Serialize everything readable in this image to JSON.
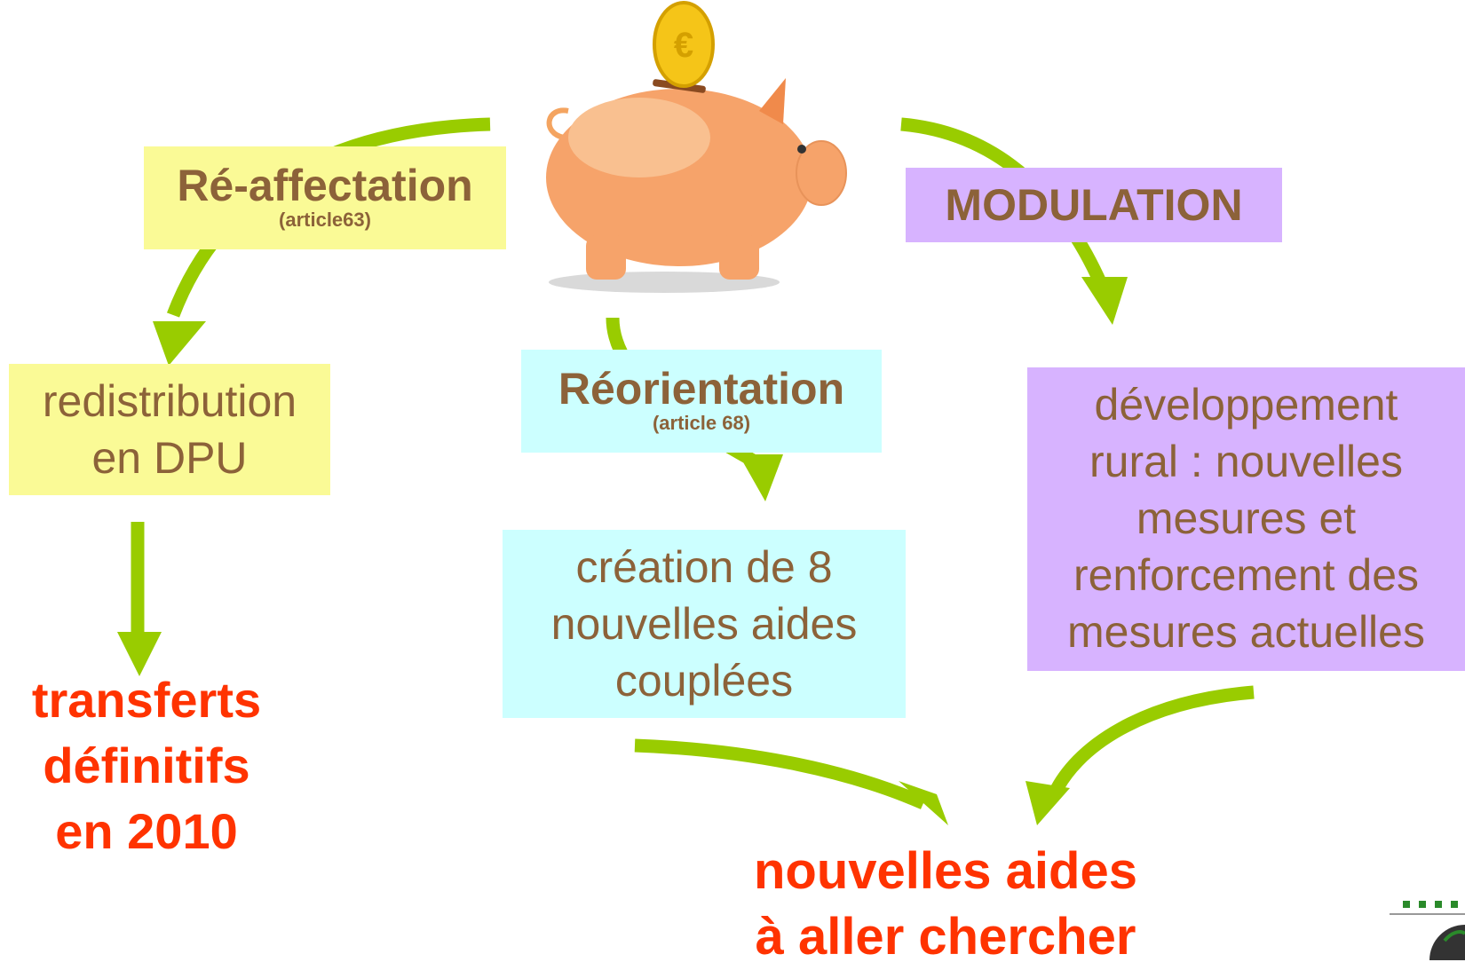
{
  "reaffectation": {
    "title": "Ré-affectation",
    "subtitle": "(article63)"
  },
  "redistribution": {
    "line1": "redistribution",
    "line2": "en DPU"
  },
  "transferts": {
    "line1": "transferts",
    "line2": "définitifs",
    "line3": "en 2010"
  },
  "reorientation": {
    "title": "Réorientation",
    "subtitle": "(article 68)"
  },
  "creation": {
    "line1": "création de 8",
    "line2": "nouvelles aides",
    "line3": "couplées"
  },
  "modulation": {
    "title": "MODULATION"
  },
  "developpement": {
    "line1": "développement",
    "line2": "rural : nouvelles",
    "line3": "mesures et",
    "line4": "renforcement des",
    "line5": "mesures actuelles"
  },
  "nouvelles": {
    "line1": "nouvelles aides",
    "line2": "à aller chercher"
  },
  "colors": {
    "arrow": "#99cc00",
    "yellow": "#fafa96",
    "cyan": "#ccffff",
    "purple": "#d7b3ff",
    "brown_text": "#8c6239",
    "red_text": "#ff3300"
  }
}
